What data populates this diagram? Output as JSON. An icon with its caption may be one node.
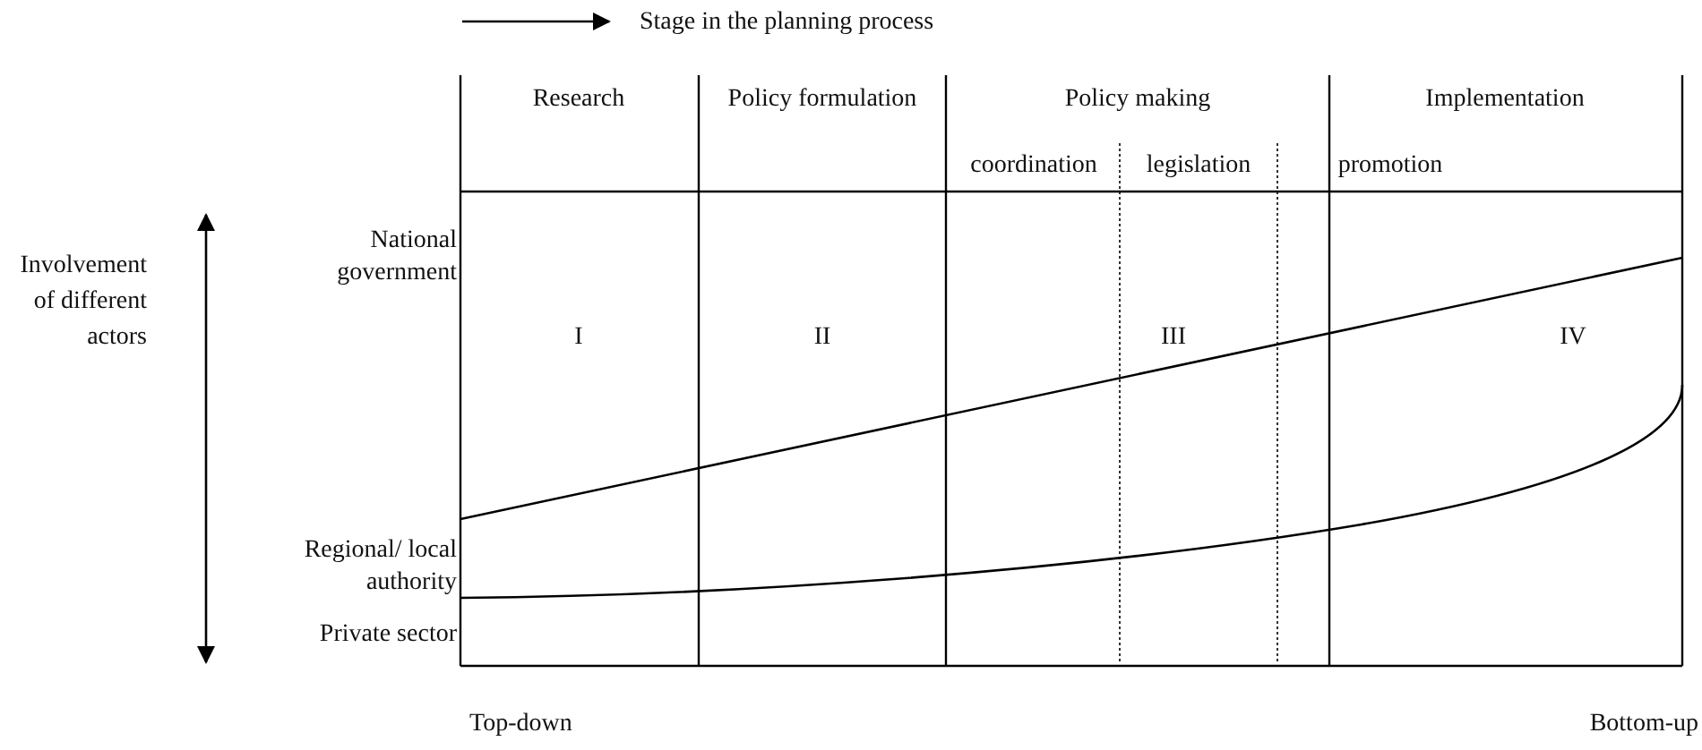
{
  "diagram": {
    "labels": [
      "Stage in the planning process",
      "Research",
      "Policy formulation",
      "Policy making",
      "Implementation",
      "coordination",
      "legislation",
      "promotion",
      "Involvement of different actors",
      "National government",
      "I",
      "II",
      "III",
      "IV",
      "Regional/ local authority",
      "Private sector",
      "Top-down",
      "Bottom-up"
    ]
  }
}
